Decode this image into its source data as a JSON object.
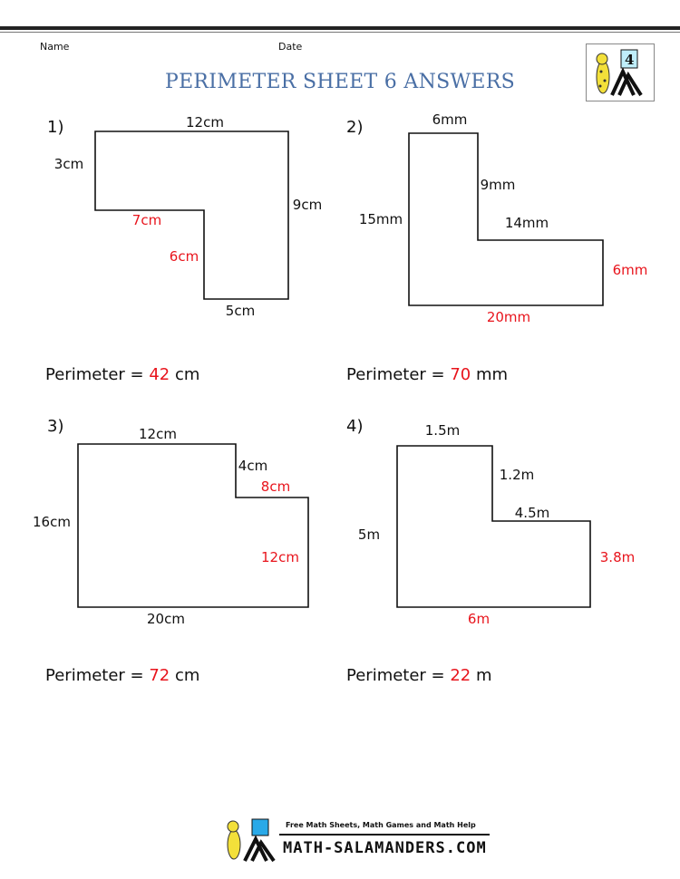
{
  "header": {
    "name_label": "Name",
    "date_label": "Date",
    "title": "PERIMETER SHEET 6 ANSWERS",
    "logo_grade": "4"
  },
  "problems": [
    {
      "number": "1)",
      "labels": [
        "12cm",
        "3cm",
        "9cm",
        "7cm",
        "6cm",
        "5cm"
      ],
      "perimeter_prefix": "Perimeter = ",
      "answer": "42",
      "unit": " cm"
    },
    {
      "number": "2)",
      "labels": [
        "6mm",
        "9mm",
        "15mm",
        "14mm",
        "6mm",
        "20mm"
      ],
      "perimeter_prefix": "Perimeter = ",
      "answer": "70",
      "unit": " mm"
    },
    {
      "number": "3)",
      "labels": [
        "12cm",
        "4cm",
        "8cm",
        "16cm",
        "12cm",
        "20cm"
      ],
      "perimeter_prefix": "Perimeter = ",
      "answer": "72",
      "unit": " cm"
    },
    {
      "number": "4)",
      "labels": [
        "1.5m",
        "1.2m",
        "4.5m",
        "5m",
        "3.8m",
        "6m"
      ],
      "perimeter_prefix": "Perimeter = ",
      "answer": "22",
      "unit": " m"
    }
  ],
  "colors": {
    "answer": "#e8141c",
    "title": "#4a6fa5"
  },
  "footer": {
    "tagline": "Free Math Sheets, Math Games and Math Help",
    "site": "MATH-SALAMANDERS.COM"
  }
}
